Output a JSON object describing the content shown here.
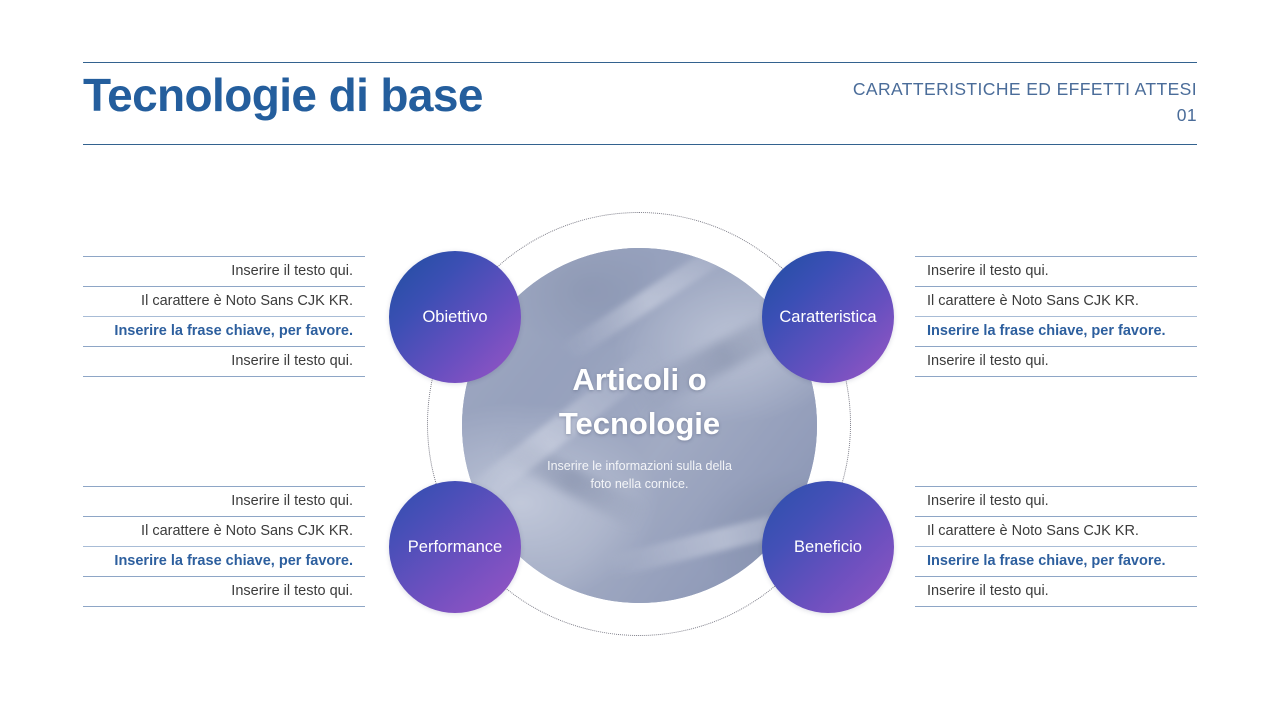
{
  "header": {
    "title": "Tecnologie di base",
    "eyebrow": "CARATTERISTICHE ED EFFETTI ATTESI",
    "number": "01",
    "accent_color": "#245e9d",
    "rule_color": "#33628f"
  },
  "center": {
    "title": "Articoli o Tecnologie",
    "subtitle": "Inserire le informazioni sulla della foto nella cornice.",
    "photo_tint": "#9ba6bf"
  },
  "nodes": [
    {
      "id": "obiettivo",
      "label": "Obiettivo",
      "position": "top-left"
    },
    {
      "id": "caratteristica",
      "label": "Caratteristica",
      "position": "top-right"
    },
    {
      "id": "performance",
      "label": "Performance",
      "position": "bottom-left"
    },
    {
      "id": "beneficio",
      "label": "Beneficio",
      "position": "bottom-right"
    }
  ],
  "node_gradient": {
    "from": "#1f4fa0",
    "to": "#9a55c4"
  },
  "blocks": [
    {
      "id": "block-obiettivo",
      "side": "left",
      "row": "top",
      "lines": [
        {
          "text": "Inserire il testo qui.",
          "key": false
        },
        {
          "text": "Il carattere è Noto Sans CJK KR.",
          "key": false
        },
        {
          "text": "Inserire la frase chiave, per favore.",
          "key": true
        },
        {
          "text": "Inserire il testo qui.",
          "key": false
        }
      ]
    },
    {
      "id": "block-caratteristica",
      "side": "right",
      "row": "top",
      "lines": [
        {
          "text": "Inserire il testo qui.",
          "key": false
        },
        {
          "text": "Il carattere è Noto Sans CJK KR.",
          "key": false
        },
        {
          "text": "Inserire la frase chiave, per favore.",
          "key": true
        },
        {
          "text": "Inserire il testo qui.",
          "key": false
        }
      ]
    },
    {
      "id": "block-performance",
      "side": "left",
      "row": "bottom",
      "lines": [
        {
          "text": "Inserire il testo qui.",
          "key": false
        },
        {
          "text": "Il carattere è Noto Sans CJK KR.",
          "key": false
        },
        {
          "text": "Inserire la frase chiave, per favore.",
          "key": true
        },
        {
          "text": "Inserire il testo qui.",
          "key": false
        }
      ]
    },
    {
      "id": "block-beneficio",
      "side": "right",
      "row": "bottom",
      "lines": [
        {
          "text": "Inserire il testo qui.",
          "key": false
        },
        {
          "text": "Il carattere è Noto Sans CJK KR.",
          "key": false
        },
        {
          "text": "Inserire la frase chiave, per favore.",
          "key": true
        },
        {
          "text": "Inserire il testo qui.",
          "key": false
        }
      ]
    }
  ],
  "colors": {
    "key_text": "#2d5f9e",
    "body_text": "#3b3b3b",
    "row_rule": "#8ea6c6",
    "dotted_ring": "#7b7b86"
  }
}
